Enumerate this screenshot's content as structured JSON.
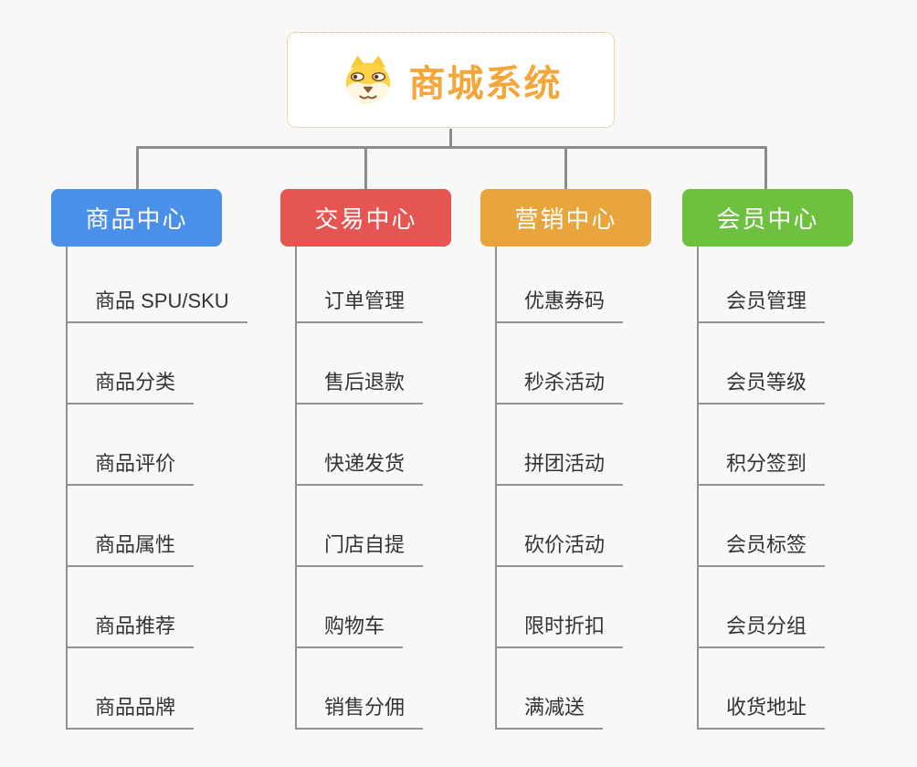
{
  "root": {
    "title": "商城系统",
    "icon": "shiba-dog-icon"
  },
  "branches": [
    {
      "label": "商品中心",
      "color": "#4A90E8",
      "items": [
        "商品 SPU/SKU",
        "商品分类",
        "商品评价",
        "商品属性",
        "商品推荐",
        "商品品牌"
      ]
    },
    {
      "label": "交易中心",
      "color": "#E55551",
      "items": [
        "订单管理",
        "售后退款",
        "快递发货",
        "门店自提",
        "购物车",
        "销售分佣"
      ]
    },
    {
      "label": "营销中心",
      "color": "#E9A43C",
      "items": [
        "优惠券码",
        "秒杀活动",
        "拼团活动",
        "砍价活动",
        "限时折扣",
        "满减送"
      ]
    },
    {
      "label": "会员中心",
      "color": "#6EC13E",
      "items": [
        "会员管理",
        "会员等级",
        "积分签到",
        "会员标签",
        "会员分组",
        "收货地址"
      ]
    }
  ],
  "colors": {
    "background": "#F8F8F8",
    "connector": "#8C8C8C",
    "leaf_line": "#929292",
    "leaf_text": "#333333",
    "root_border": "#F0A850",
    "root_title": "#F4A63B"
  }
}
